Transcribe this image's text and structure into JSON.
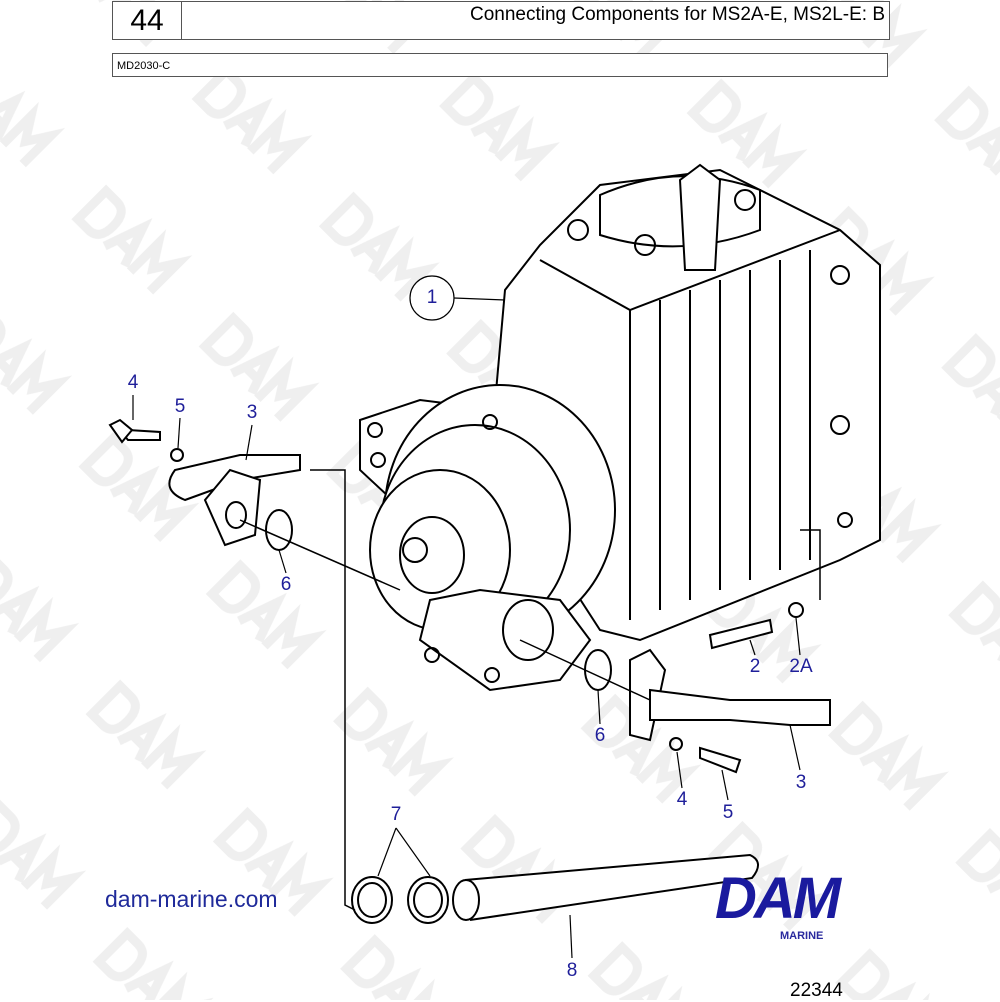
{
  "header": {
    "page_number": "44",
    "title": "Connecting Components for MS2A-E, MS2L-E: B"
  },
  "model": "MD2030-C",
  "callouts": [
    "1",
    "4",
    "5",
    "3",
    "6",
    "2",
    "2A",
    "6",
    "3",
    "4",
    "5",
    "7",
    "8"
  ],
  "website": "dam-marine.com",
  "logo": {
    "name": "DAM",
    "sub": "MARINE"
  },
  "figure_number": "22344",
  "watermark": "DAM",
  "colors": {
    "callout": "#1f1f9a",
    "brand": "#1a1a9e"
  }
}
